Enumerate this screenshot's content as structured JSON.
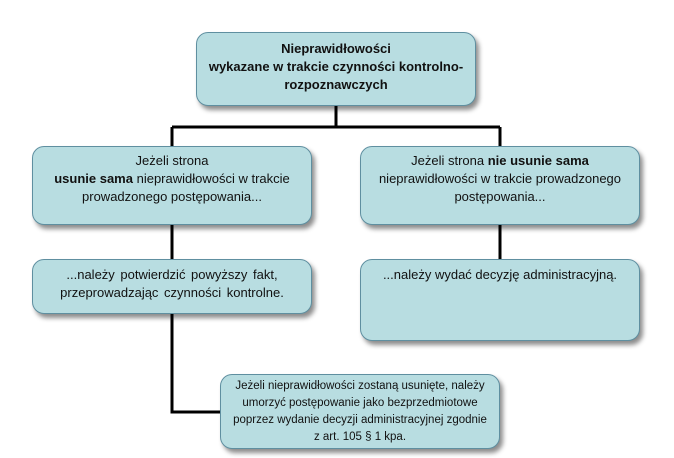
{
  "root": {
    "line1": "Nieprawidłowości",
    "line2": "wykazane w trakcie czynności kontrolno-",
    "line3": "rozpoznawczych"
  },
  "left_branch": {
    "condition_prefix": "Jeżeli strona",
    "condition_bold": "usunie sama",
    "condition_rest1": " nieprawidłowości w trakcie",
    "condition_rest2": "prowadzonego postępowania...",
    "action_line1": "...należy potwierdzić powyższy fakt,",
    "action_line2": "przeprowadzając czynności kontrolne.",
    "followup_line1": "Jeżeli nieprawidłowości zostaną usunięte, należy",
    "followup_line2": "umorzyć postępowanie jako bezprzedmiotowe",
    "followup_line3": "poprzez wydanie decyzji administracyjnej zgodnie",
    "followup_line4": "z art. 105 § 1 kpa."
  },
  "right_branch": {
    "condition_prefix": "Jeżeli strona ",
    "condition_bold": "nie usunie sama",
    "condition_rest1": "nieprawidłowości w trakcie prowadzonego",
    "condition_rest2": "postępowania...",
    "action": "...należy wydać decyzję administracyjną."
  }
}
